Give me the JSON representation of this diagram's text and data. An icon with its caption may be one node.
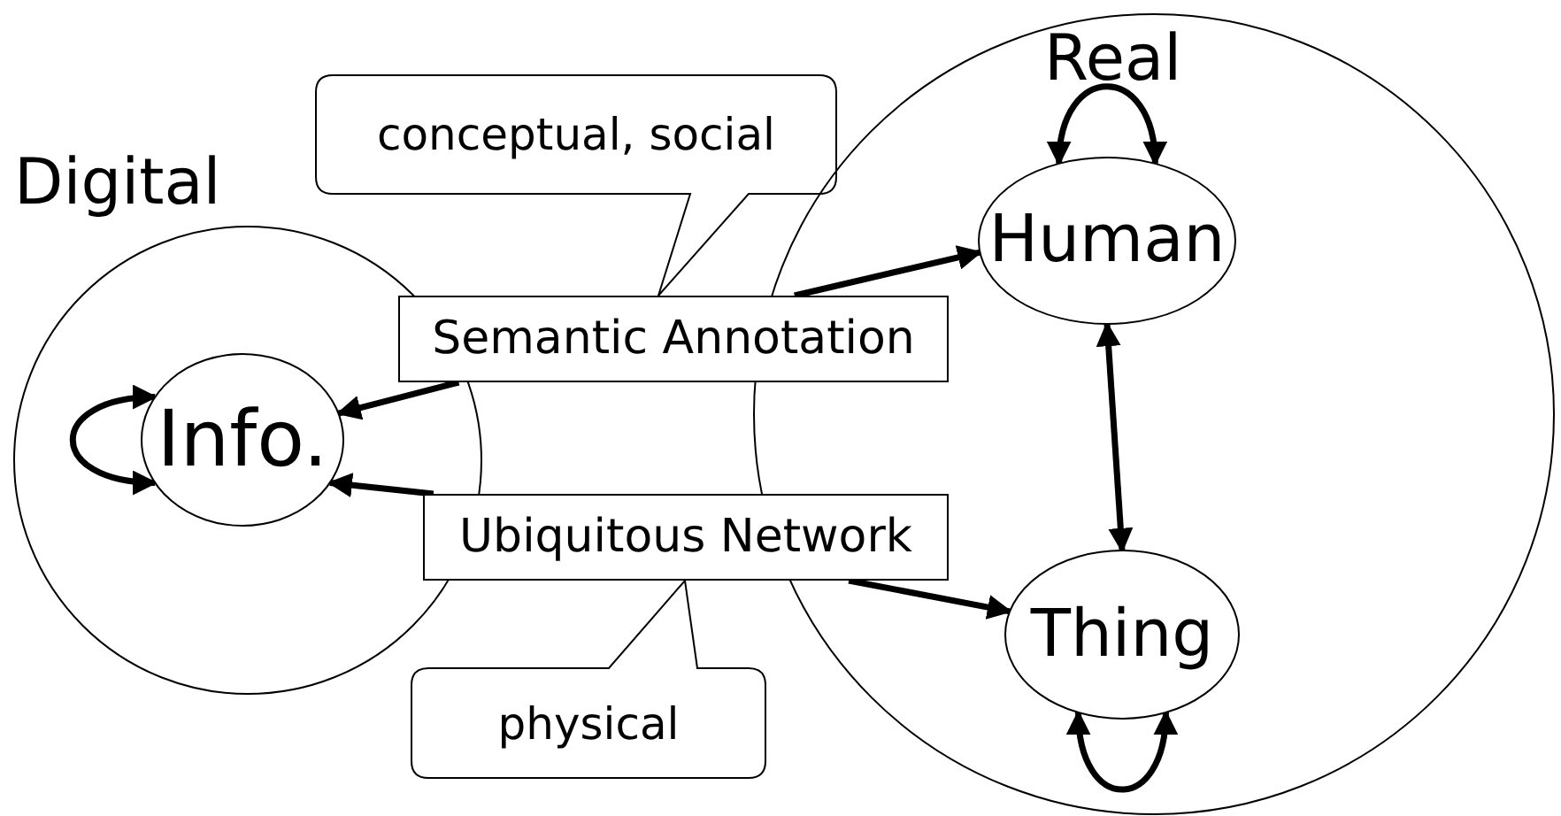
{
  "diagram": {
    "nodes": [
      {
        "text": [
          "conceptual, social"
        ]
      },
      {
        "text": [
          "Real"
        ]
      },
      {
        "text": [
          "Human"
        ],
        "in": 1
      },
      {
        "text": [
          "Digital"
        ]
      },
      {
        "text": [
          "Info."
        ],
        "in": 3
      },
      {
        "text": [
          "Semantic Annotation"
        ]
      },
      {
        "text": [
          "Ubiquitous Network"
        ]
      },
      {
        "text": [
          "Thing"
        ],
        "in": 1
      },
      {
        "text": [
          "physical"
        ]
      }
    ],
    "edges": [
      {
        "from": 5,
        "to": 4,
        "arrow": "to"
      },
      {
        "from": 5,
        "to": 2,
        "arrow": "to"
      },
      {
        "from": 6,
        "to": 4,
        "arrow": "to"
      },
      {
        "from": 6,
        "to": 7,
        "arrow": "to"
      },
      {
        "from": 2,
        "to": 7,
        "arrow": "both"
      },
      {
        "from": 4,
        "to": 4,
        "arrow": "both"
      },
      {
        "from": 2,
        "to": 2,
        "arrow": "both"
      },
      {
        "from": 7,
        "to": 7,
        "arrow": "both"
      }
    ]
  }
}
